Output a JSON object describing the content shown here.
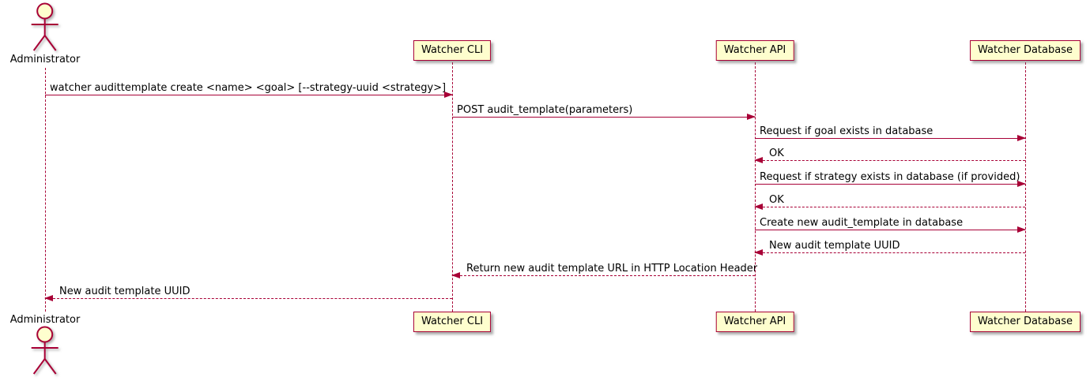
{
  "diagram": {
    "type": "uml-sequence",
    "colors": {
      "line": "#A80036",
      "participant_fill": "#FEFECE",
      "text": "#000000",
      "background": "#FFFFFF"
    },
    "participants": [
      {
        "id": "administrator",
        "label": "Administrator",
        "kind": "actor"
      },
      {
        "id": "watcher-cli",
        "label": "Watcher CLI",
        "kind": "participant"
      },
      {
        "id": "watcher-api",
        "label": "Watcher API",
        "kind": "participant"
      },
      {
        "id": "watcher-database",
        "label": "Watcher Database",
        "kind": "participant"
      }
    ],
    "messages": [
      {
        "from": "Administrator",
        "to": "Watcher CLI",
        "style": "solid",
        "label": "watcher audittemplate create <name> <goal> [--strategy-uuid <strategy>]"
      },
      {
        "from": "Watcher CLI",
        "to": "Watcher API",
        "style": "solid",
        "label": "POST audit_template(parameters)"
      },
      {
        "from": "Watcher API",
        "to": "Watcher Database",
        "style": "solid",
        "label": "Request if goal exists in database"
      },
      {
        "from": "Watcher Database",
        "to": "Watcher API",
        "style": "dotted",
        "label": "OK"
      },
      {
        "from": "Watcher API",
        "to": "Watcher Database",
        "style": "solid",
        "label": "Request if strategy exists in database (if provided)"
      },
      {
        "from": "Watcher Database",
        "to": "Watcher API",
        "style": "dotted",
        "label": "OK"
      },
      {
        "from": "Watcher API",
        "to": "Watcher Database",
        "style": "solid",
        "label": "Create new audit_template in database"
      },
      {
        "from": "Watcher Database",
        "to": "Watcher API",
        "style": "dotted",
        "label": "New audit template UUID"
      },
      {
        "from": "Watcher API",
        "to": "Watcher CLI",
        "style": "dotted",
        "label": "Return new audit template URL in HTTP Location Header"
      },
      {
        "from": "Watcher CLI",
        "to": "Administrator",
        "style": "dotted",
        "label": "New audit template UUID"
      }
    ]
  }
}
